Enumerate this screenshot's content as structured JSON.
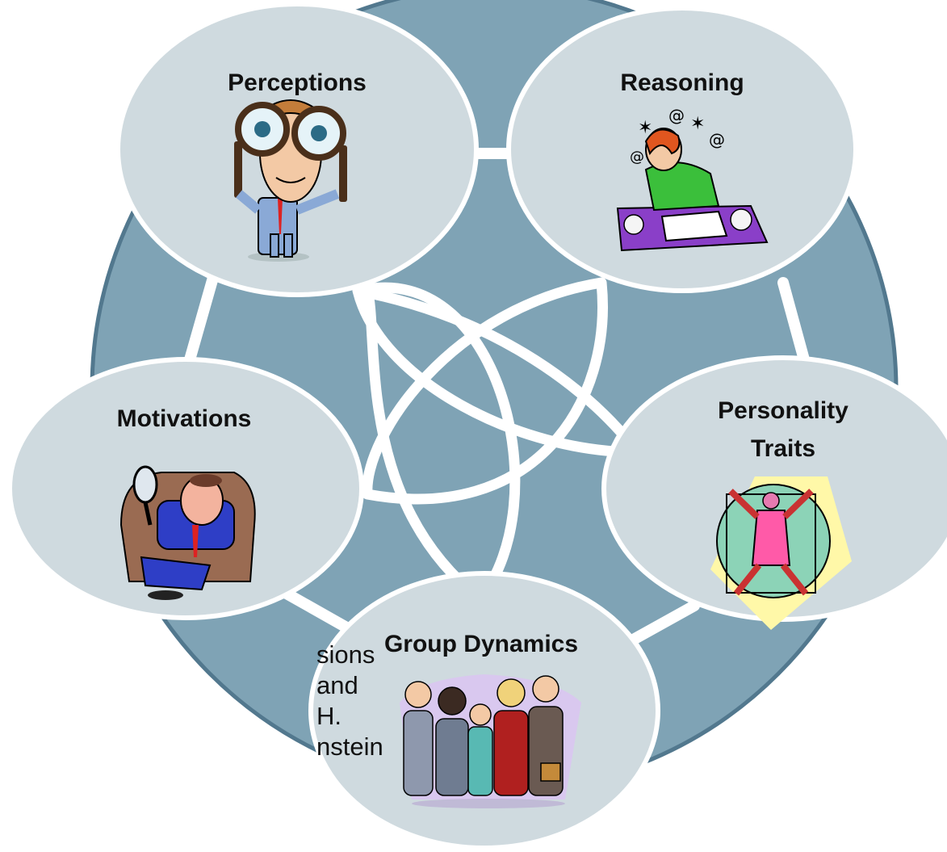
{
  "colors": {
    "background": "#ffffff",
    "big_circle_fill": "#7fa3b5",
    "big_circle_stroke": "#52788e",
    "node_fill": "#cfdadf",
    "connector": "#ffffff",
    "text": "#111111"
  },
  "diagram": {
    "nodes": [
      {
        "id": "perceptions",
        "title_lines": [
          "Perceptions"
        ],
        "icon": "man-with-big-glasses-icon"
      },
      {
        "id": "reasoning",
        "title_lines": [
          "Reasoning"
        ],
        "icon": "frustrated-writer-icon"
      },
      {
        "id": "personality",
        "title_lines": [
          "Personality",
          "Traits"
        ],
        "icon": "vitruvian-figure-icon"
      },
      {
        "id": "group",
        "title_lines": [
          "Group Dynamics"
        ],
        "icon": "group-of-people-icon"
      },
      {
        "id": "motivations",
        "title_lines": [
          "Motivations"
        ],
        "icon": "man-with-mirror-icon"
      }
    ],
    "side_text_lines": [
      "sions",
      "and",
      "H.",
      "nstein"
    ]
  }
}
